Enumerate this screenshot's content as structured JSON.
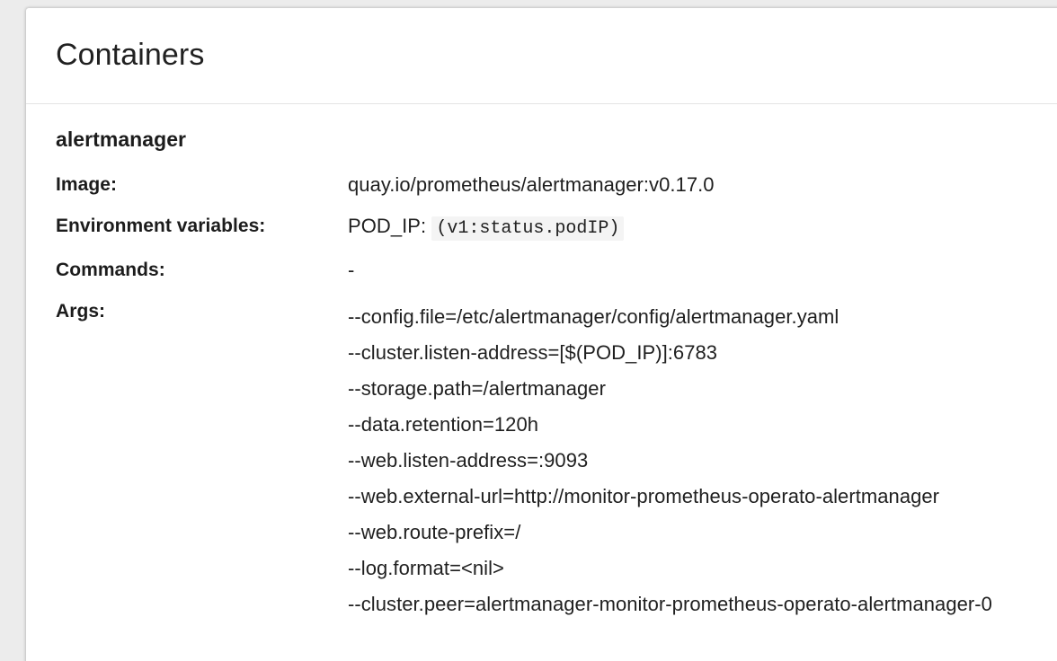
{
  "page": {
    "background_color": "#ececec",
    "card_background_color": "#ffffff"
  },
  "card": {
    "header": {
      "title": "Containers"
    },
    "container": {
      "name": "alertmanager",
      "fields": {
        "image_label": "Image:",
        "image_value": "quay.io/prometheus/alertmanager:v0.17.0",
        "env_label": "Environment variables:",
        "env_name": "POD_IP:",
        "env_value": "(v1:status.podIP)",
        "commands_label": "Commands:",
        "commands_value": "-",
        "args_label": "Args:"
      },
      "args": [
        "--config.file=/etc/alertmanager/config/alertmanager.yaml",
        "--cluster.listen-address=[$(POD_IP)]:6783",
        "--storage.path=/alertmanager",
        "--data.retention=120h",
        "--web.listen-address=:9093",
        "--web.external-url=http://monitor-prometheus-operato-alertmanager",
        "--web.route-prefix=/",
        "--log.format=<nil>",
        "--cluster.peer=alertmanager-monitor-prometheus-operato-alertmanager-0"
      ]
    }
  }
}
